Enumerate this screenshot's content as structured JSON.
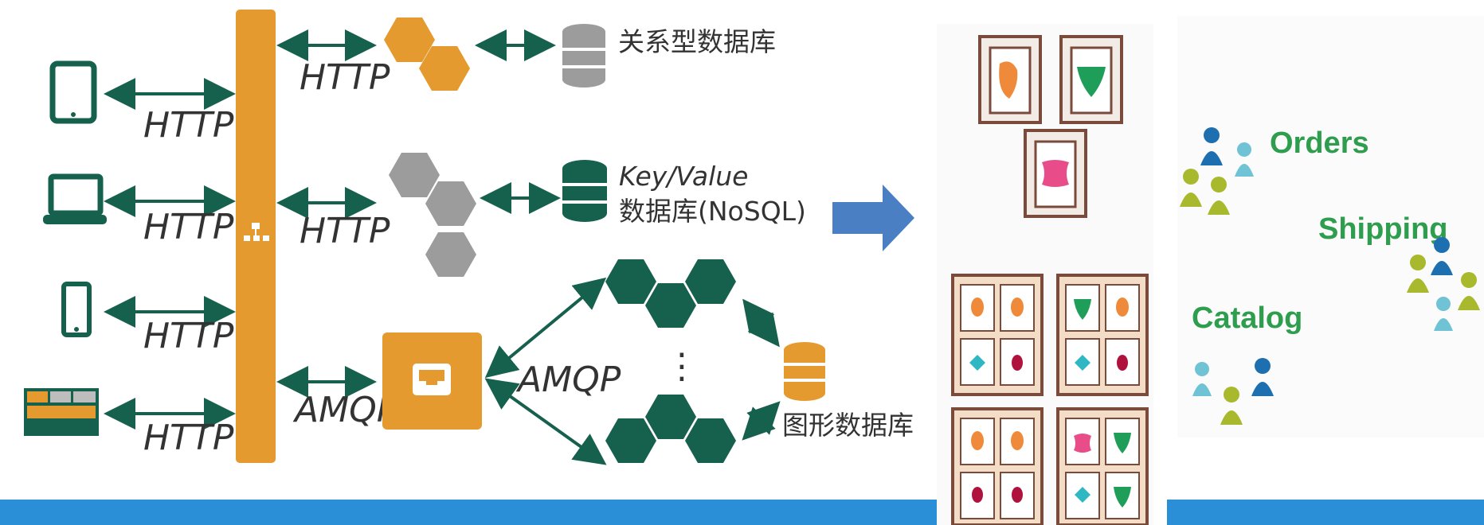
{
  "protocols": {
    "http_1": "HTTP",
    "http_2": "HTTP",
    "http_3": "HTTP",
    "http_4": "HTTP",
    "http_svc_1": "HTTP",
    "http_svc_2": "HTTP",
    "amqp_gateway": "AMQP",
    "amqp_queue": "AMQP"
  },
  "datastores": {
    "relational": "关系型数据库",
    "kv_line1": "Key/Value",
    "kv_line2": "数据库(NoSQL)",
    "graph": "图形数据库",
    "ellipsis": "⋮"
  },
  "services": {
    "orders": "Orders",
    "shipping": "Shipping",
    "catalog": "Catalog"
  },
  "colors": {
    "teal": "#16604e",
    "orange": "#e49a2e",
    "gray": "#9c9c9c",
    "blue_arrow": "#4a7fc4",
    "banner": "#2a8fd6",
    "service_green": "#2e9e4e"
  },
  "icons": [
    "tablet-icon",
    "laptop-icon",
    "phone-icon",
    "desktop-app-icon",
    "database-icon",
    "inbox-icon",
    "person-pin-icon"
  ]
}
